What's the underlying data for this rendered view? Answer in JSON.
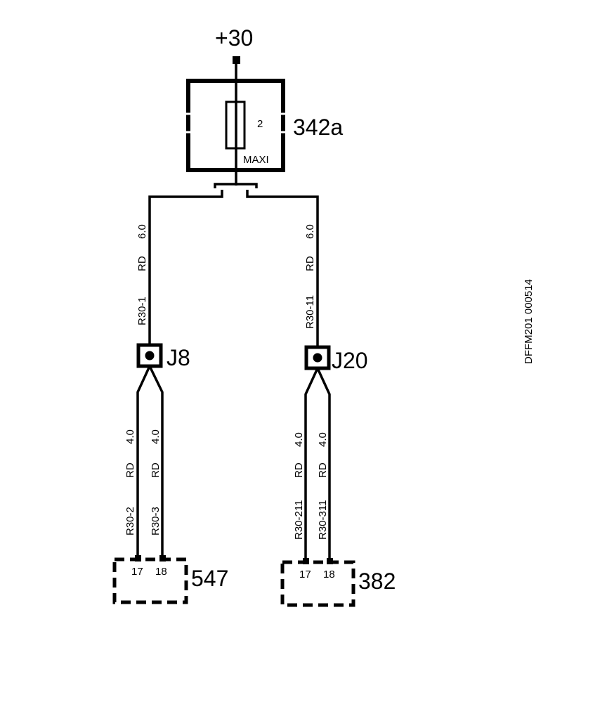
{
  "supply": {
    "label": "+30"
  },
  "fuse": {
    "component_id": "342a",
    "pin": "2",
    "type_label": "MAXI"
  },
  "branches": [
    {
      "wire": {
        "gauge": "6.0",
        "color": "RD",
        "id": "R30-1"
      },
      "splice": {
        "id": "J8"
      },
      "outputs": [
        {
          "gauge": "4.0",
          "color": "RD",
          "id": "R30-2"
        },
        {
          "gauge": "4.0",
          "color": "RD",
          "id": "R30-3"
        }
      ],
      "connector": {
        "id": "547",
        "pins": [
          "17",
          "18"
        ]
      }
    },
    {
      "wire": {
        "gauge": "6.0",
        "color": "RD",
        "id": "R30-11"
      },
      "splice": {
        "id": "J20"
      },
      "outputs": [
        {
          "gauge": "4.0",
          "color": "RD",
          "id": "R30-211"
        },
        {
          "gauge": "4.0",
          "color": "RD",
          "id": "R30-311"
        }
      ],
      "connector": {
        "id": "382",
        "pins": [
          "17",
          "18"
        ]
      }
    }
  ],
  "drawing_ref": "DFFM201 000514"
}
